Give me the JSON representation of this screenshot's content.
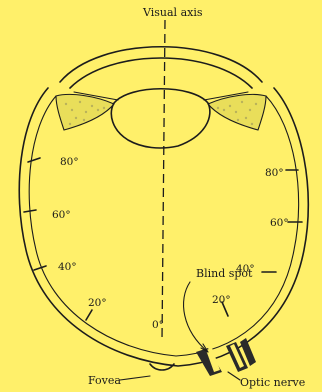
{
  "diagram": {
    "background_color": "#fff06a",
    "ink_color": "#1c1c1c",
    "speckle_color": "#b9b25a",
    "labels": {
      "visual_axis": "Visual axis",
      "fovea": "Fovea",
      "optic_nerve": "Optic nerve",
      "blind_spot": "Blind spot",
      "zero": "0°"
    },
    "left_degrees": [
      "80°",
      "60°",
      "40°",
      "20°"
    ],
    "right_degrees": [
      "80°",
      "60°",
      "40°",
      "20°"
    ]
  }
}
